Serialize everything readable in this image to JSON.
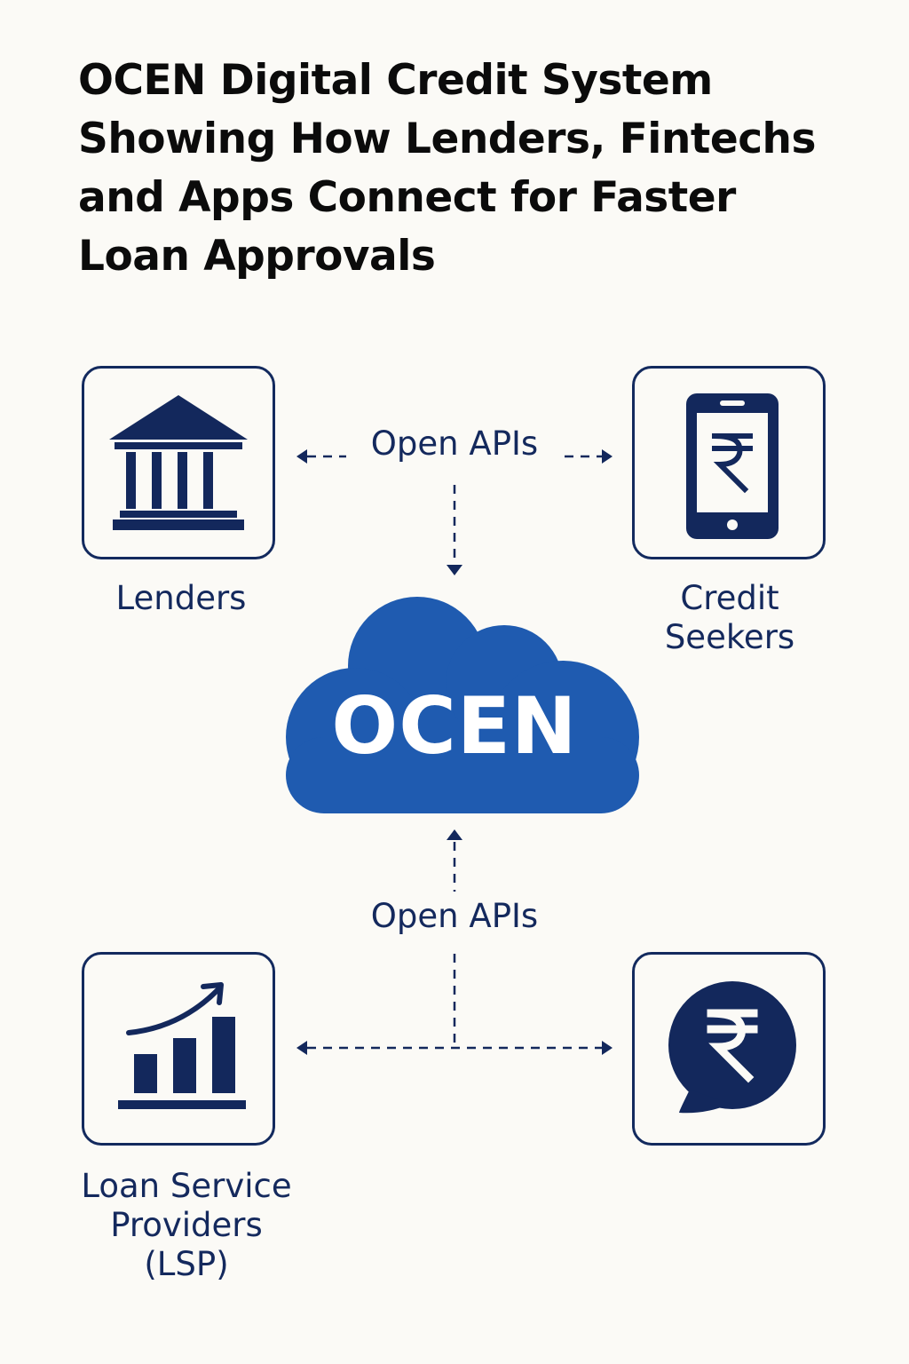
{
  "title_lines": [
    "OCEN Digital Credit System",
    "Showing How Lenders, Fintechs",
    "and Apps Connect for Faster",
    "Loan Approvals"
  ],
  "hub": {
    "label": "OCEN",
    "color": "#1f5bb0",
    "icon": "cloud-icon"
  },
  "connectors": {
    "top_label": "Open APIs",
    "bottom_label": "Open APIs",
    "line_color": "#13285c"
  },
  "nodes": {
    "lenders": {
      "label": "Lenders",
      "icon": "bank-building-icon"
    },
    "credit_seekers": {
      "label_line1": "Credit",
      "label_line2": "Seekers",
      "icon": "smartphone-rupee-icon"
    },
    "lsp": {
      "label_line1": "Loan Service",
      "label_line2": "Providers",
      "label_line3": "(LSP)",
      "icon": "growth-chart-icon"
    },
    "payments": {
      "icon": "rupee-chat-bubble-icon"
    }
  },
  "colors": {
    "navy": "#13285c",
    "blue": "#1f5bb0",
    "background": "#fbfaf6"
  }
}
